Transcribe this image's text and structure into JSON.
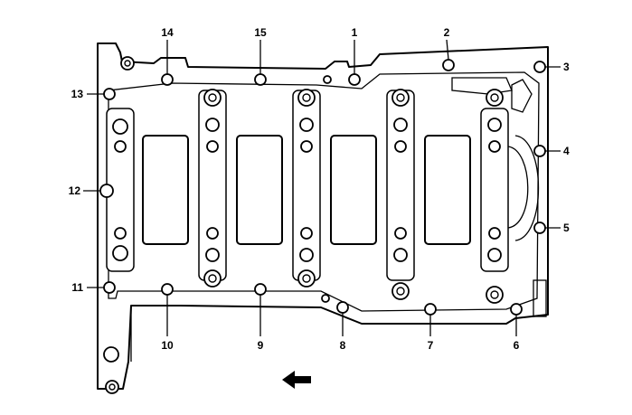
{
  "callouts": [
    {
      "id": "1",
      "text": "1"
    },
    {
      "id": "2",
      "text": "2"
    },
    {
      "id": "3",
      "text": "3"
    },
    {
      "id": "4",
      "text": "4"
    },
    {
      "id": "5",
      "text": "5"
    },
    {
      "id": "6",
      "text": "6"
    },
    {
      "id": "7",
      "text": "7"
    },
    {
      "id": "8",
      "text": "8"
    },
    {
      "id": "9",
      "text": "9"
    },
    {
      "id": "10",
      "text": "10"
    },
    {
      "id": "11",
      "text": "11"
    },
    {
      "id": "12",
      "text": "12"
    },
    {
      "id": "13",
      "text": "13"
    },
    {
      "id": "14",
      "text": "14"
    },
    {
      "id": "15",
      "text": "15"
    }
  ],
  "direction_icon": "arrow-left-icon",
  "colors": {
    "line": "#000000",
    "background": "#ffffff"
  }
}
